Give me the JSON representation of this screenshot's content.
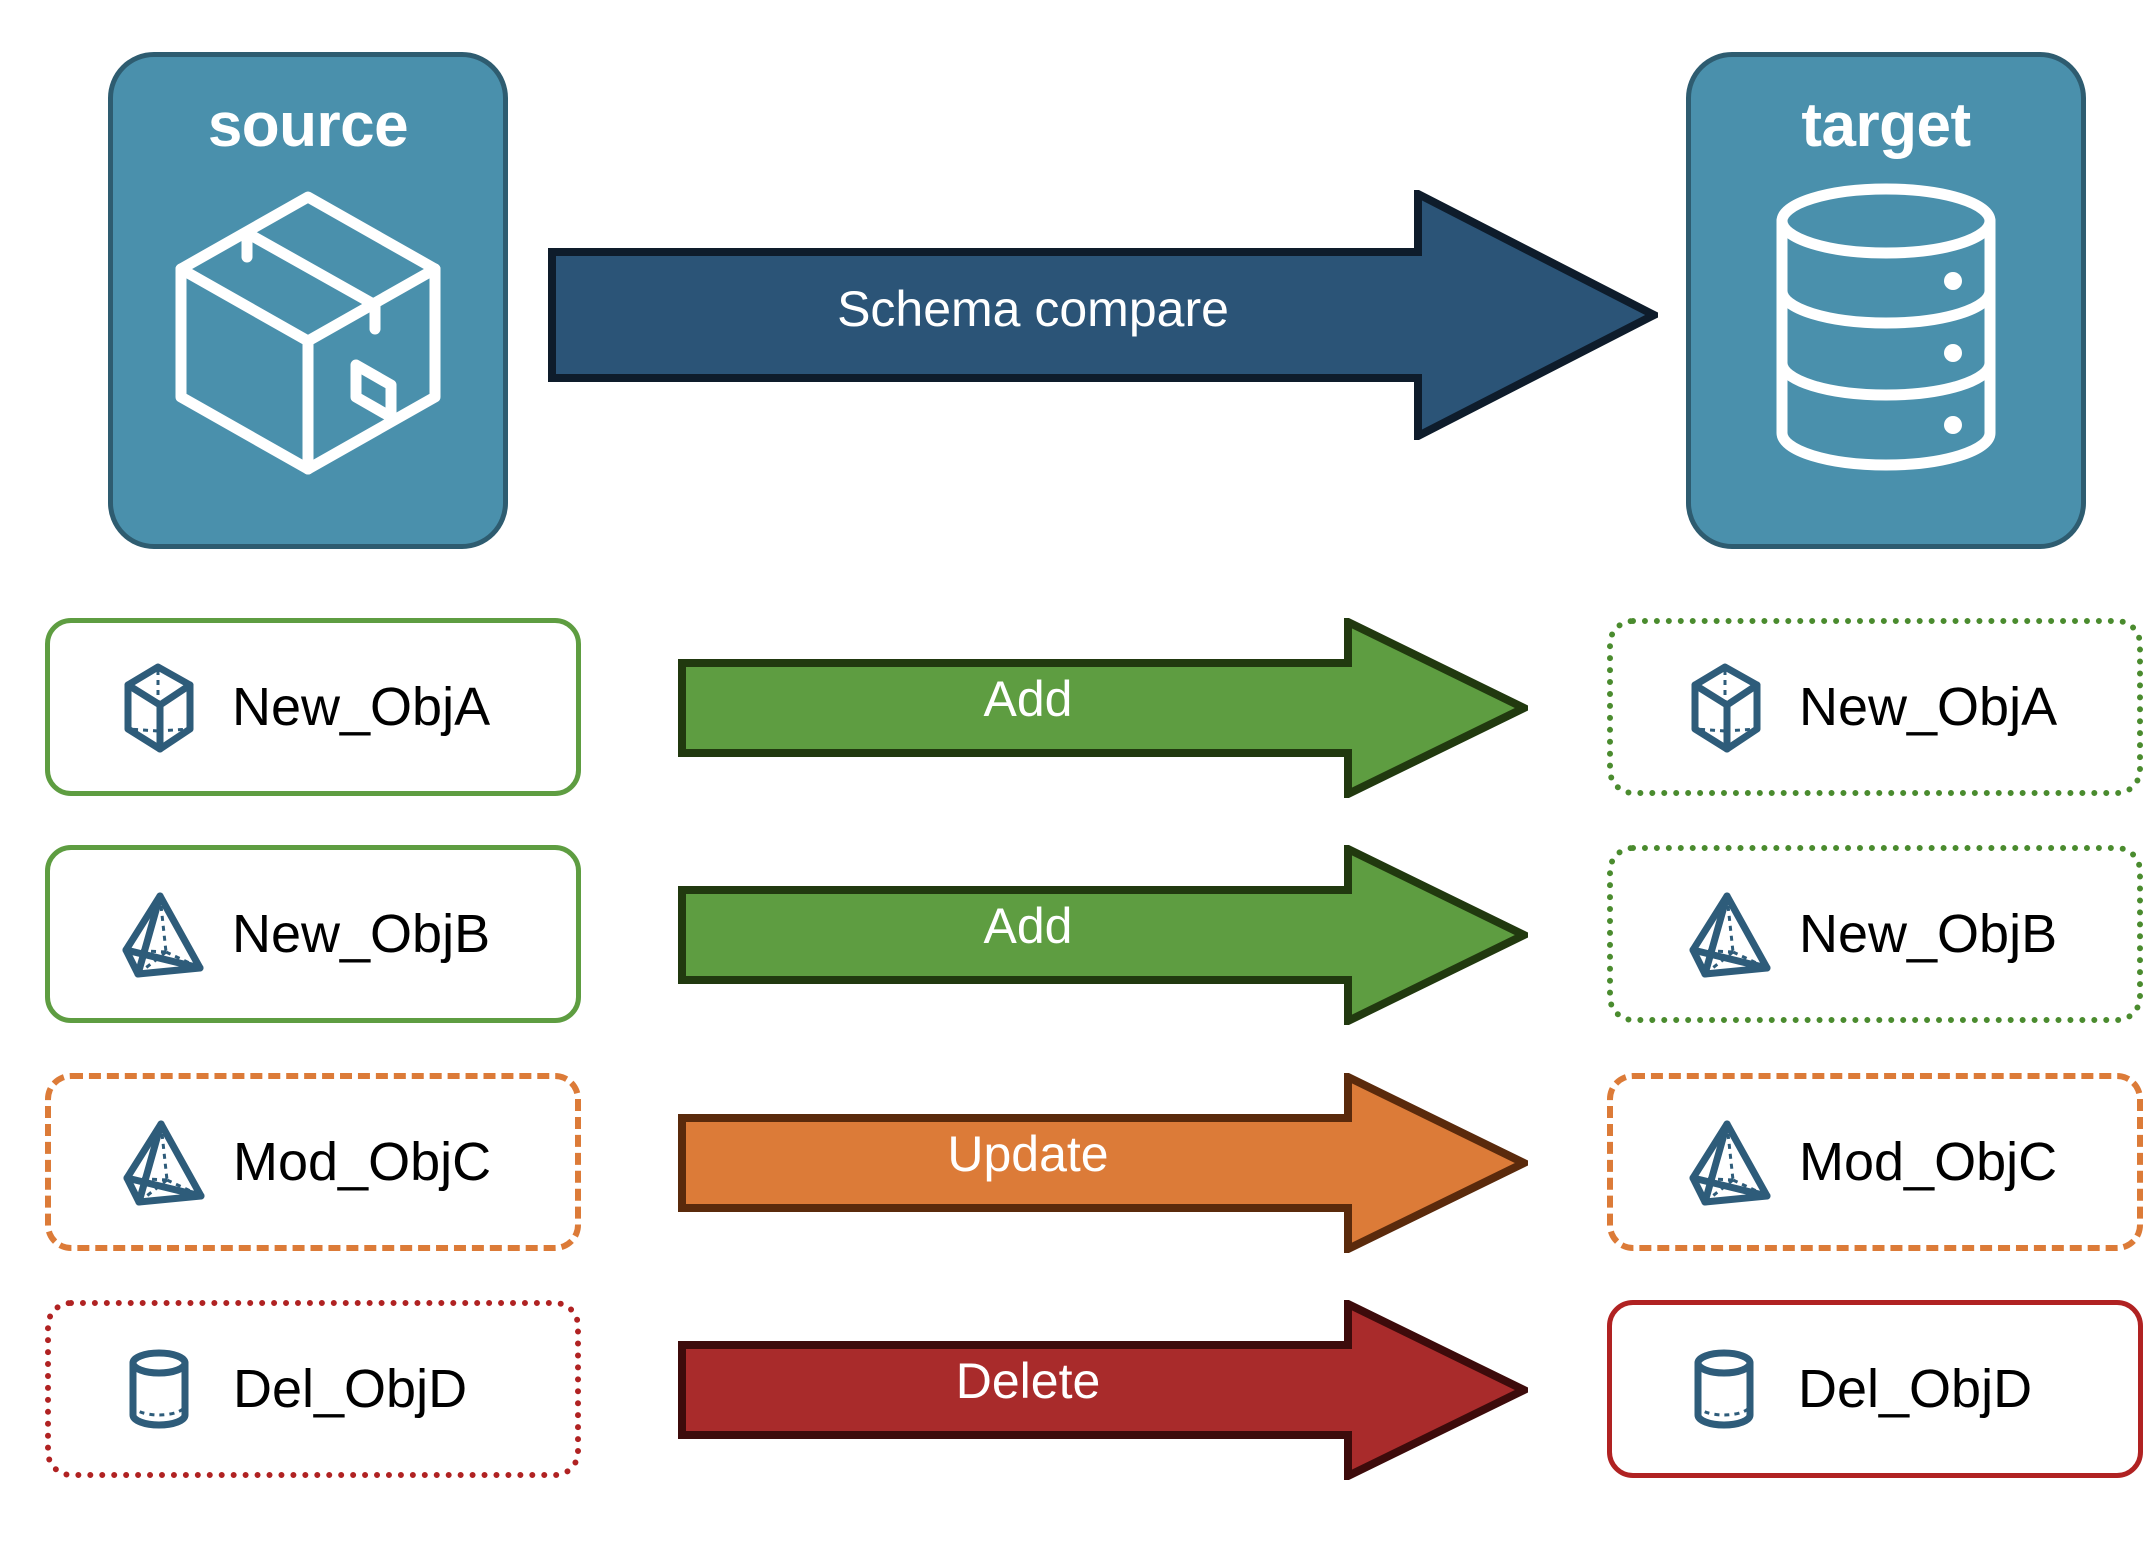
{
  "endpoints": {
    "source": {
      "title": "source",
      "icon": "package-box-icon",
      "panel_fill": "#4A90AC",
      "panel_stroke": "#2E5C70"
    },
    "target": {
      "title": "target",
      "icon": "database-cylinder-icon",
      "panel_fill": "#4A90AC",
      "panel_stroke": "#2E5C70"
    }
  },
  "compare": {
    "label": "Schema compare",
    "fill": "#2B5477",
    "stroke": "#0E1C2B"
  },
  "rows": [
    {
      "action": "Add",
      "arrow_fill": "#5E9D41",
      "arrow_stroke": "#21390F",
      "source": {
        "label": "New_ObjA",
        "icon": "wireframe-cube-icon",
        "border_color": "#5E9D41",
        "border_style": "solid"
      },
      "target": {
        "label": "New_ObjA",
        "icon": "wireframe-cube-icon",
        "border_color": "#4A8B2E",
        "border_style": "dotted"
      }
    },
    {
      "action": "Add",
      "arrow_fill": "#5E9D41",
      "arrow_stroke": "#21390F",
      "source": {
        "label": "New_ObjB",
        "icon": "wireframe-pyramid-icon",
        "border_color": "#5E9D41",
        "border_style": "solid"
      },
      "target": {
        "label": "New_ObjB",
        "icon": "wireframe-pyramid-icon",
        "border_color": "#4A8B2E",
        "border_style": "dotted"
      }
    },
    {
      "action": "Update",
      "arrow_fill": "#DC7B38",
      "arrow_stroke": "#5A2A0C",
      "source": {
        "label": "Mod_ObjC",
        "icon": "wireframe-pyramid-icon",
        "border_color": "#DC7B38",
        "border_style": "dashed"
      },
      "target": {
        "label": "Mod_ObjC",
        "icon": "wireframe-pyramid-icon",
        "border_color": "#DC7B38",
        "border_style": "dashed"
      }
    },
    {
      "action": "Delete",
      "arrow_fill": "#A92B2B",
      "arrow_stroke": "#3D0B0B",
      "source": {
        "label": "Del_ObjD",
        "icon": "wireframe-cylinder-icon",
        "border_color": "#B02222",
        "border_style": "dotted"
      },
      "target": {
        "label": "Del_ObjD",
        "icon": "wireframe-cylinder-icon",
        "border_color": "#B02222",
        "border_style": "solid"
      }
    }
  ],
  "palette": {
    "icon_stroke": "#2E5C7A",
    "text": "#000000",
    "background": "#FFFFFF"
  }
}
